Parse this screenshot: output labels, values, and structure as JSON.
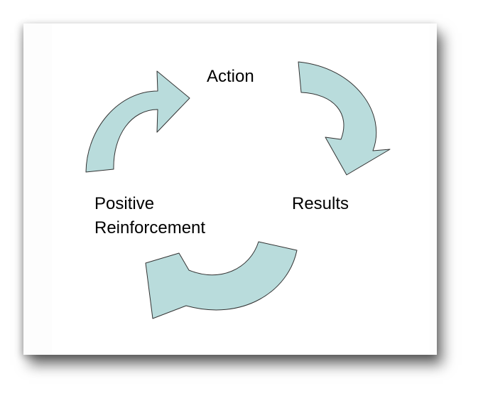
{
  "diagram": {
    "nodes": [
      {
        "id": "action",
        "label": "Action"
      },
      {
        "id": "results",
        "label": "Results"
      },
      {
        "id": "positive_reinforcement",
        "label_lines": [
          "Positive",
          "Reinforcement"
        ]
      }
    ],
    "edges": [
      {
        "from": "positive_reinforcement",
        "to": "action"
      },
      {
        "from": "action",
        "to": "results"
      },
      {
        "from": "results",
        "to": "positive_reinforcement"
      }
    ],
    "colors": {
      "arrow_fill": "#b9dcdc",
      "arrow_stroke": "#333333",
      "text": "#000000",
      "background": "#ffffff"
    }
  }
}
